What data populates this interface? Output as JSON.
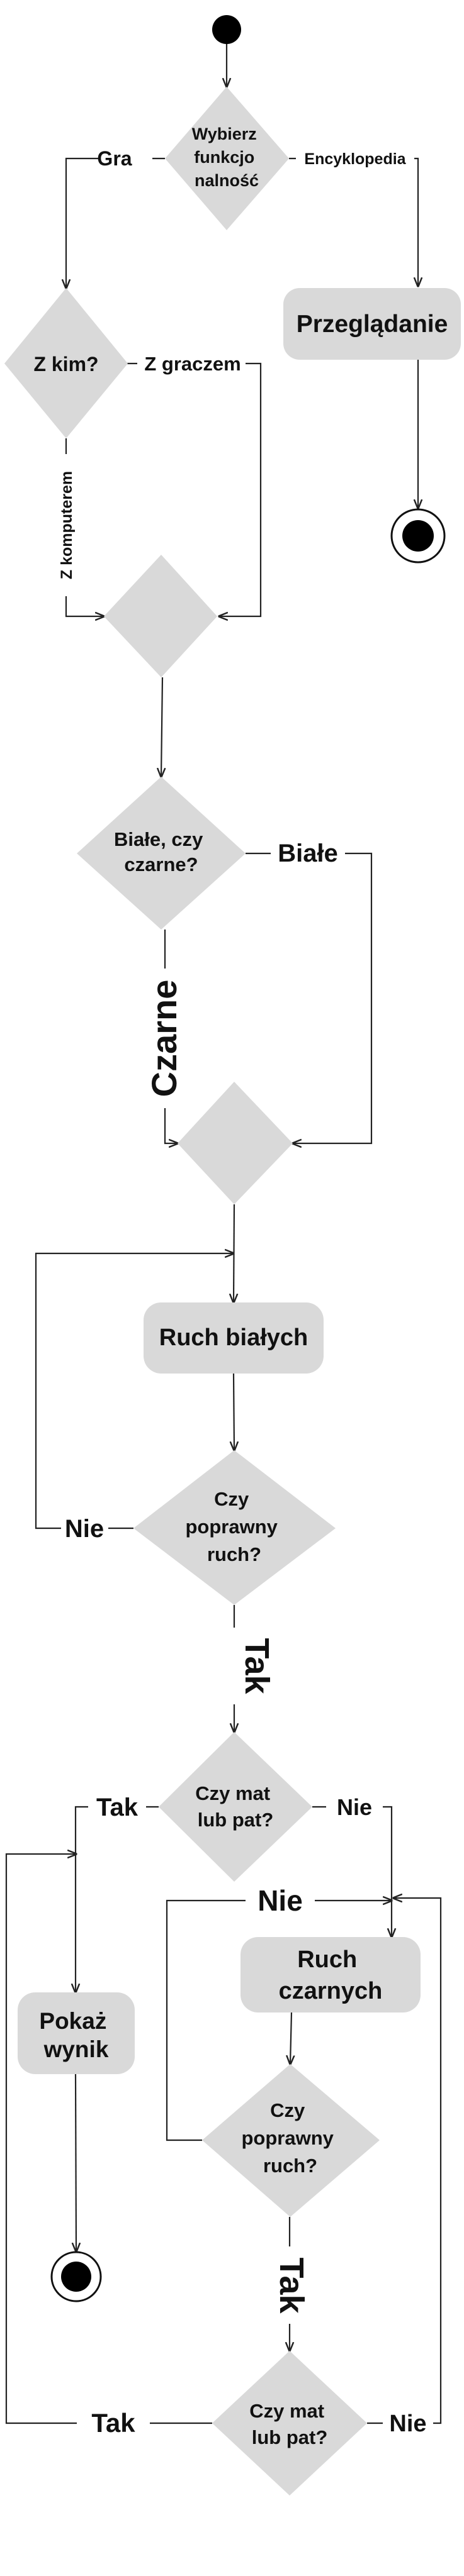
{
  "diagram": {
    "type": "activity-diagram",
    "colors": {
      "shape_fill": "#d9d9d9",
      "line": "#222222",
      "text": "#111111",
      "background": "#ffffff"
    },
    "decisions": {
      "choose_function": [
        "Wybierz",
        "funkcjo",
        "nalność"
      ],
      "with_whom": [
        "Z kim?"
      ],
      "white_or_black": [
        "Białe, czy",
        "czarne?"
      ],
      "white_move_valid": [
        "Czy",
        "poprawny",
        "ruch?"
      ],
      "mate_after_white": [
        "Czy mat",
        "lub pat?"
      ],
      "black_move_valid": [
        "Czy",
        "poprawny",
        "ruch?"
      ],
      "mate_after_black": [
        "Czy mat",
        "lub pat?"
      ]
    },
    "actions": {
      "browse": [
        "Przeglądanie"
      ],
      "white_move": [
        "Ruch białych"
      ],
      "show_result": [
        "Pokaż",
        "wynik"
      ],
      "black_move": [
        "Ruch",
        "czarnych"
      ]
    },
    "edge_labels": {
      "game": "Gra",
      "encyclopedia": "Encyklopedia",
      "with_player": "Z graczem",
      "with_computer": "Z komputerem",
      "white": "Białe",
      "black": "Czarne",
      "white_no": "Nie",
      "white_yes": "Tak",
      "mate1_yes": "Tak",
      "mate1_no": "Nie",
      "black_no": "Nie",
      "black_yes": "Tak",
      "mate2_yes": "Tak",
      "mate2_no": "Nie"
    }
  }
}
